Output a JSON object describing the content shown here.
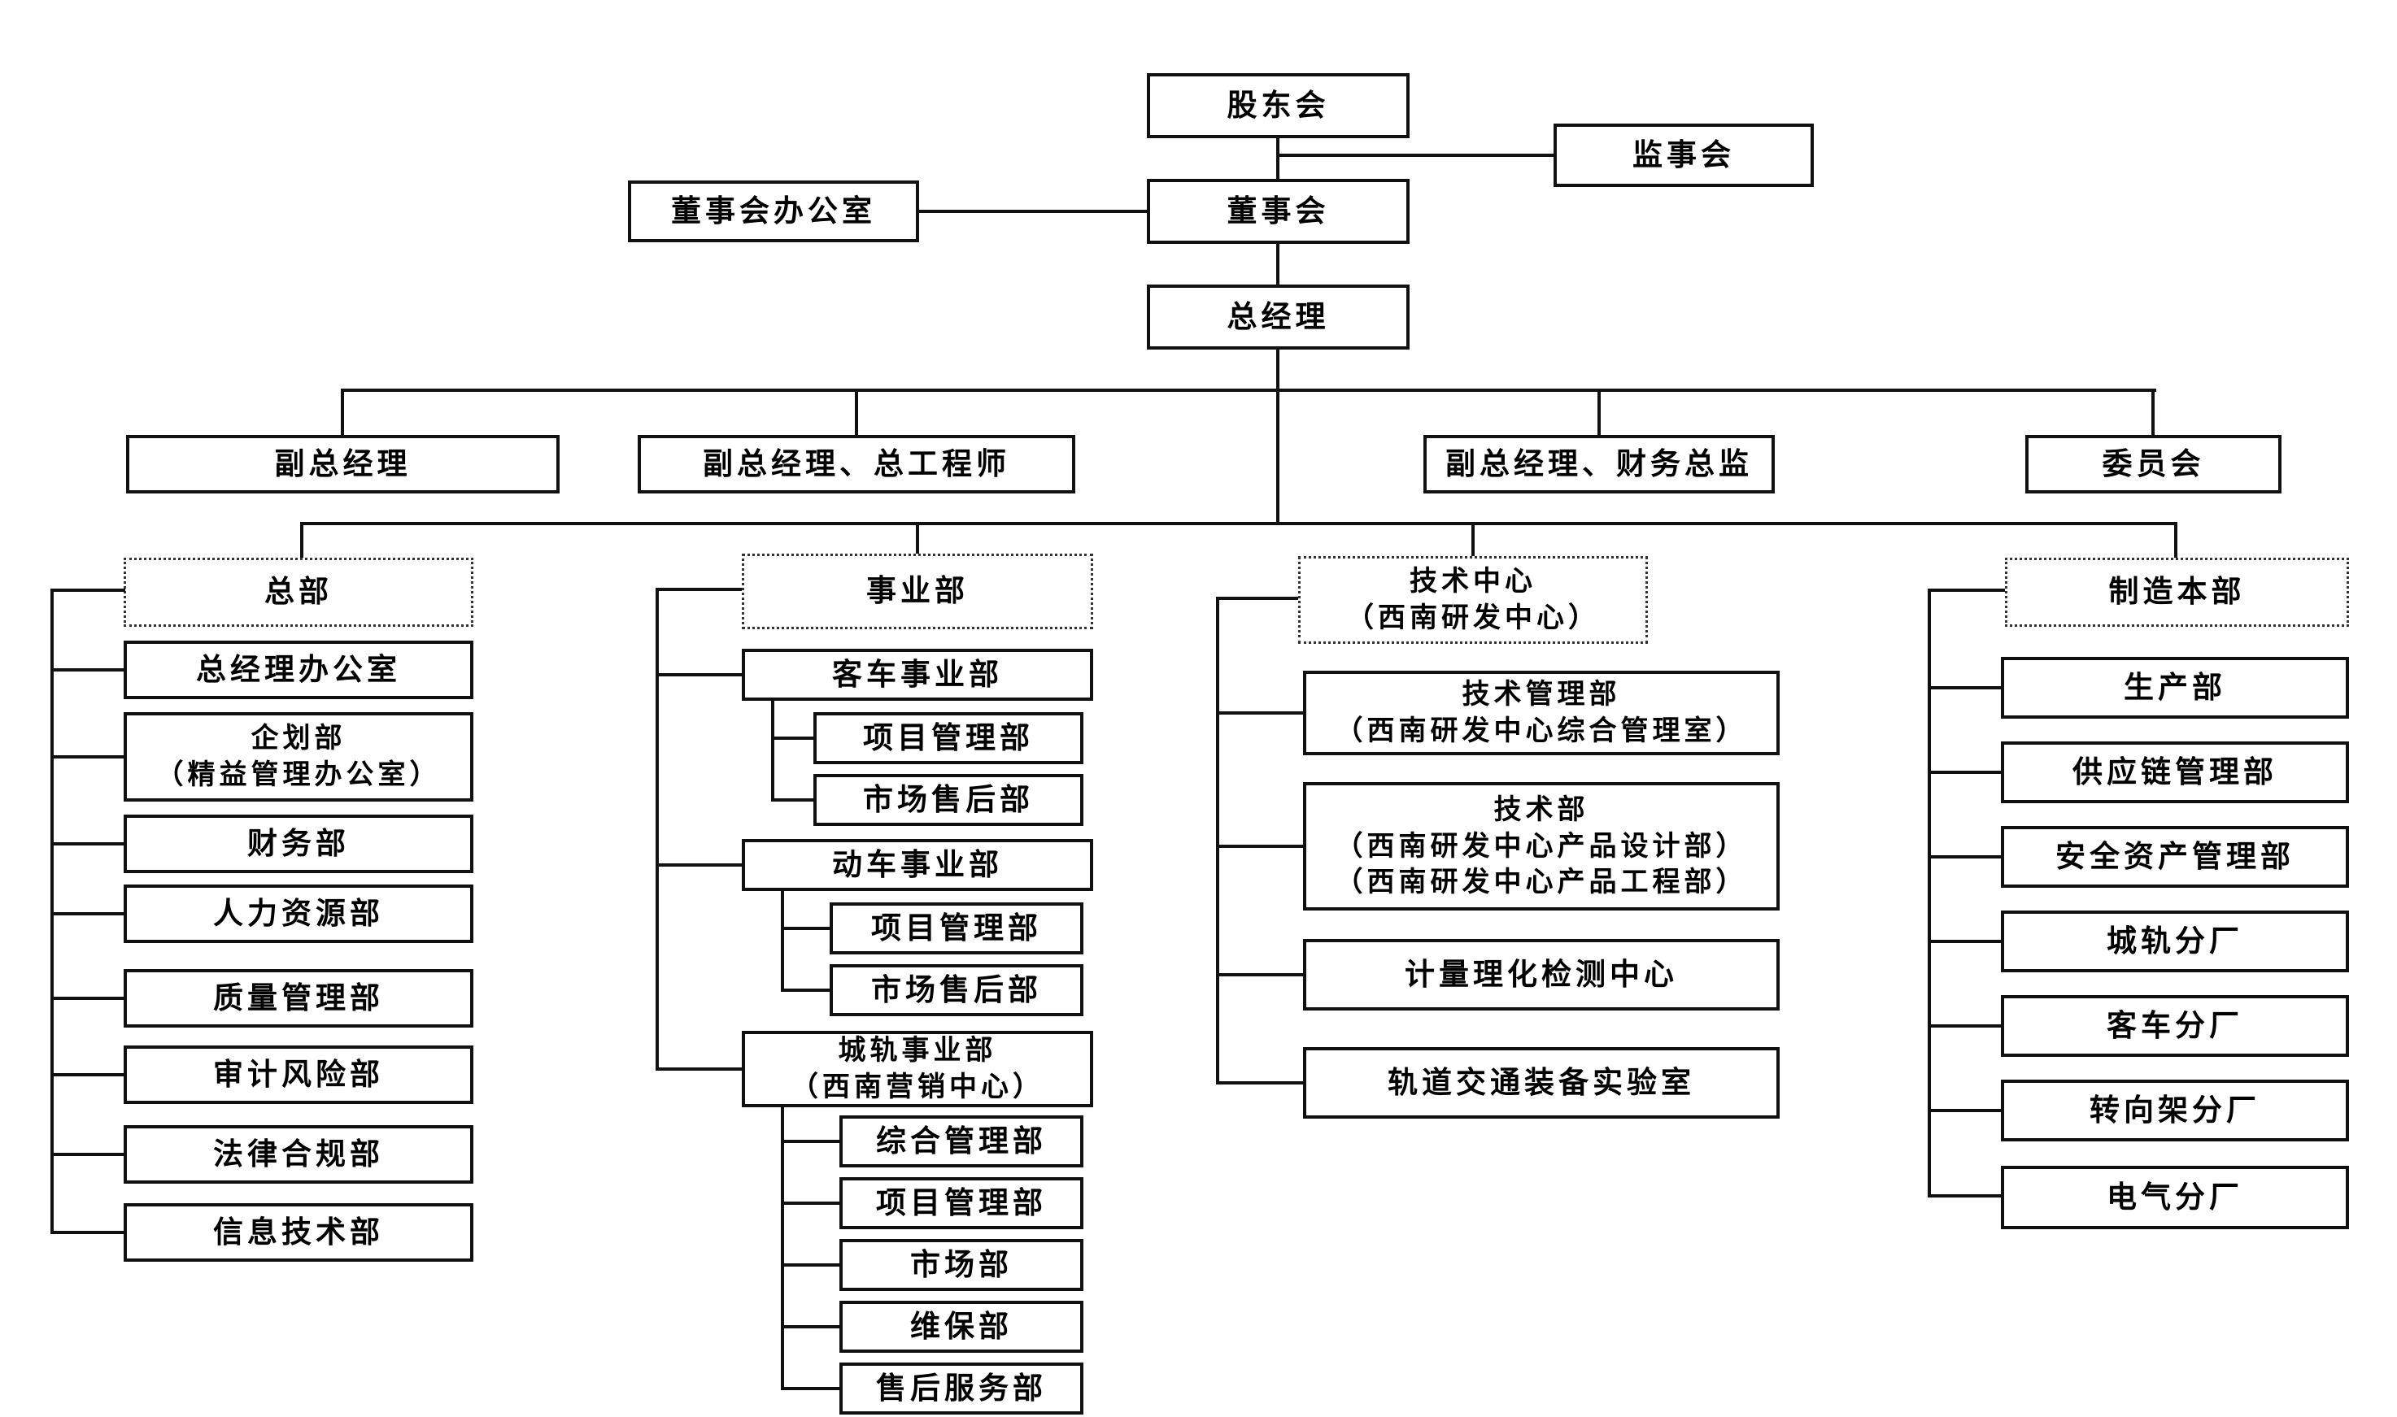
{
  "governance": {
    "shareholders_meeting": "股东会",
    "supervisory_board": "监事会",
    "board_office": "董事会办公室",
    "board_of_directors": "董事会",
    "general_manager": "总经理"
  },
  "executives": {
    "deputy_gm": "副总经理",
    "deputy_gm_chief_engineer": "副总经理、总工程师",
    "deputy_gm_cfo": "副总经理、财务总监",
    "committee": "委员会"
  },
  "headquarters": {
    "label": "总部",
    "children": [
      "总经理办公室",
      "企划部\n（精益管理办公室）",
      "财务部",
      "人力资源部",
      "质量管理部",
      "审计风险部",
      "法律合规部",
      "信息技术部"
    ]
  },
  "business_divisions": {
    "label": "事业部",
    "coach": {
      "label": "客车事业部",
      "children": [
        "项目管理部",
        "市场售后部"
      ]
    },
    "emu": {
      "label": "动车事业部",
      "children": [
        "项目管理部",
        "市场售后部"
      ]
    },
    "urban_rail": {
      "label": "城轨事业部\n（西南营销中心）",
      "children": [
        "综合管理部",
        "项目管理部",
        "市场部",
        "维保部",
        "售后服务部"
      ]
    }
  },
  "tech_center": {
    "label": "技术中心\n（西南研发中心）",
    "children": [
      "技术管理部\n（西南研发中心综合管理室）",
      "技术部\n（西南研发中心产品设计部）\n（西南研发中心产品工程部）",
      "计量理化检测中心",
      "轨道交通装备实验室"
    ]
  },
  "manufacturing": {
    "label": "制造本部",
    "children": [
      "生产部",
      "供应链管理部",
      "安全资产管理部",
      "城轨分厂",
      "客车分厂",
      "转向架分厂",
      "电气分厂"
    ]
  },
  "colors": {
    "line": "#111111",
    "box_border": "#111111",
    "background": "#ffffff"
  }
}
